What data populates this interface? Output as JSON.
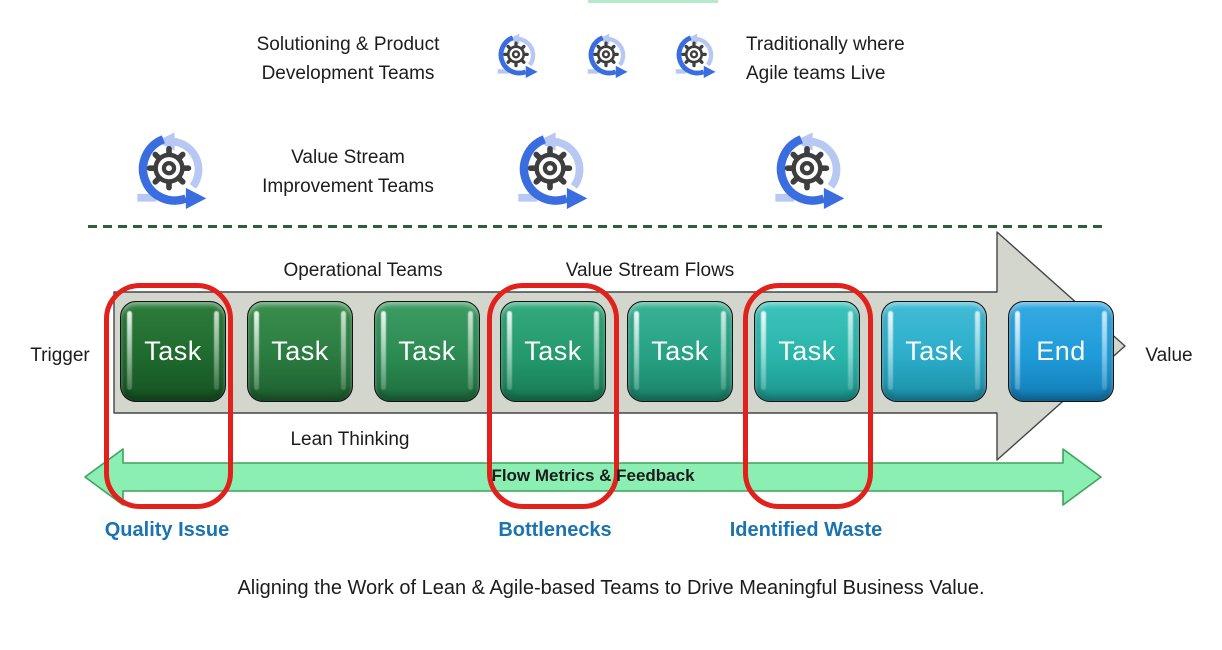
{
  "teams": {
    "product_label_line1": "Solutioning & Product",
    "product_label_line2": "Development Teams",
    "agile_note_line1": "Traditionally where",
    "agile_note_line2": "Agile teams Live",
    "improvement_label_line1": "Value Stream",
    "improvement_label_line2": "Improvement Teams"
  },
  "stream": {
    "operational_label": "Operational Teams",
    "flows_label": "Value Stream Flows",
    "trigger_label": "Trigger",
    "value_label": "Value",
    "lean_label": "Lean Thinking",
    "feedback_label": "Flow Metrics & Feedback",
    "tasks": [
      {
        "label": "Task",
        "color_top": "#2e7d3c",
        "color_base": "#1f6a2e",
        "color_bottom": "#155222"
      },
      {
        "label": "Task",
        "color_top": "#3a8f4e",
        "color_base": "#2b7b40",
        "color_bottom": "#1d5e2e"
      },
      {
        "label": "Task",
        "color_top": "#3c9c63",
        "color_base": "#2b8b53",
        "color_bottom": "#1e6c3e"
      },
      {
        "label": "Task",
        "color_top": "#35aa7e",
        "color_base": "#24996d",
        "color_bottom": "#187a54"
      },
      {
        "label": "Task",
        "color_top": "#39b295",
        "color_base": "#27a183",
        "color_bottom": "#1a8368"
      },
      {
        "label": "Task",
        "color_top": "#3cc4bb",
        "color_base": "#29b5ab",
        "color_bottom": "#1c958c"
      },
      {
        "label": "Task",
        "color_top": "#43bcd6",
        "color_base": "#2badc9",
        "color_bottom": "#1c8da6"
      },
      {
        "label": "End",
        "color_top": "#36aae2",
        "color_base": "#1f9bd9",
        "color_bottom": "#137cb5"
      }
    ]
  },
  "annotations": [
    {
      "label": "Quality Issue"
    },
    {
      "label": "Bottlenecks"
    },
    {
      "label": "Identified Waste"
    }
  ],
  "caption": "Aligning the Work of Lean & Agile-based Teams to Drive Meaningful Business Value.",
  "colors": {
    "red_highlight": "#e2211c",
    "blue_label": "#1b74b0",
    "green_dashed": "#2d5f38",
    "green_arrow_fill": "#8beeb2",
    "green_arrow_border": "#3fa45c",
    "gray_arrow_fill": "#d3d6cd",
    "gray_arrow_border": "#454545",
    "arc_dark_blue": "#3a6ee0",
    "arc_light_blue": "#b7c9f2",
    "gear_gray": "#3e3e3e",
    "text_dark": "#1c1c1c"
  }
}
